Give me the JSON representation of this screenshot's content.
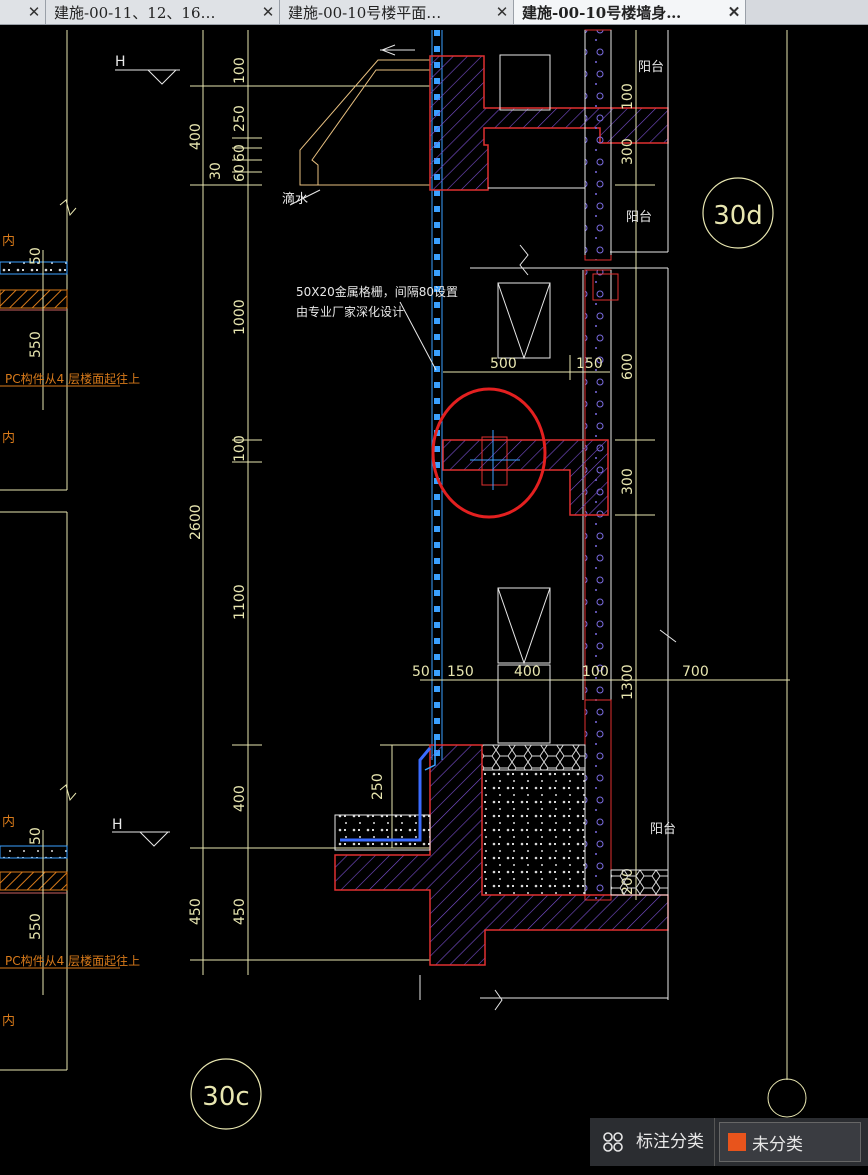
{
  "tabs": [
    {
      "label": "",
      "active": false
    },
    {
      "label": "建施-00-11、12、16…",
      "active": false
    },
    {
      "label": "建施-00-10号楼平面…",
      "active": false
    },
    {
      "label": "建施-00-10号楼墙身…",
      "active": true
    }
  ],
  "drawing": {
    "level_h_top": "H",
    "level_h_bottom": "H",
    "dims_left_outer": [
      "400",
      "2600",
      "450"
    ],
    "dims_left_inner": [
      "100",
      "250",
      "30",
      "60",
      "60",
      "1000",
      "100",
      "1100",
      "400",
      "450"
    ],
    "dims_right_upper": [
      "100",
      "300",
      "600",
      "300"
    ],
    "dims_horizontal_mid": [
      "500",
      "150"
    ],
    "dims_horizontal_low": [
      "50",
      "150",
      "400",
      "100",
      "700"
    ],
    "dims_right_lower": [
      "1300",
      "200"
    ],
    "dim_250_low": "250",
    "label_drip": "滴水",
    "label_balcony": "阳台",
    "note_rail_line1": "50X20金属格栅，间隔80设置",
    "note_rail_line2": "由专业厂家深化设计",
    "note_pc": "PC构件从4 层楼面起往上",
    "label_inner": "内",
    "dim_550": "550",
    "dim_50": "50",
    "ref_30d": "30d",
    "ref_30c": "30c"
  },
  "status": {
    "category_label": "标注分类",
    "chip_label": "未分类"
  }
}
